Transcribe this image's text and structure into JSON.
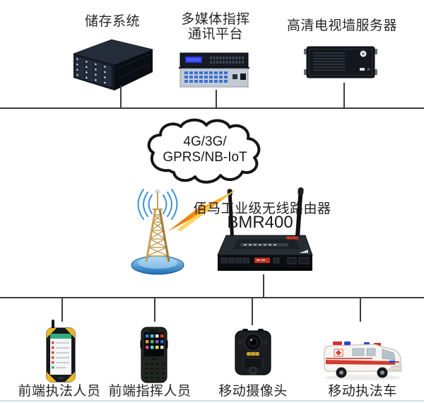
{
  "diagram": {
    "top_devices": [
      {
        "name": "storage-system",
        "label": "储存系统"
      },
      {
        "name": "multimedia-dispatch-platform",
        "label_line1": "多媒体指挥",
        "label_line2": "通讯平台"
      },
      {
        "name": "hd-tv-wall-server",
        "label": "高清电视墙服务器"
      }
    ],
    "network_cloud": {
      "line1": "4G/3G/",
      "line2": "GPRS/NB-IoT"
    },
    "router": {
      "title": "佰马工业级无线路由器",
      "model": "BMR400"
    },
    "bottom_devices": [
      {
        "name": "frontline-enforcement-officer",
        "label": "前端执法人员"
      },
      {
        "name": "frontline-command-officer",
        "label": "前端指挥人员"
      },
      {
        "name": "mobile-camera",
        "label": "移动摄像头"
      },
      {
        "name": "mobile-enforcement-vehicle",
        "label": "移动执法车"
      }
    ],
    "colors": {
      "bus_line": "#3d3d3d",
      "label_text": "#262626",
      "cloud_outline": "#141414",
      "lightning_orange": "#ee8500",
      "lightning_yellow": "#ffd24d",
      "tower_gold": "#c49a4e",
      "tower_base_blue": "#2f8fd0",
      "radio_wave_blue": "#3f93d8",
      "device_black": "#16191e",
      "phone_accent_yellow": "#e9b62a",
      "screen_green": "#2fae7d",
      "ambulance_red": "#d23b2f"
    }
  }
}
